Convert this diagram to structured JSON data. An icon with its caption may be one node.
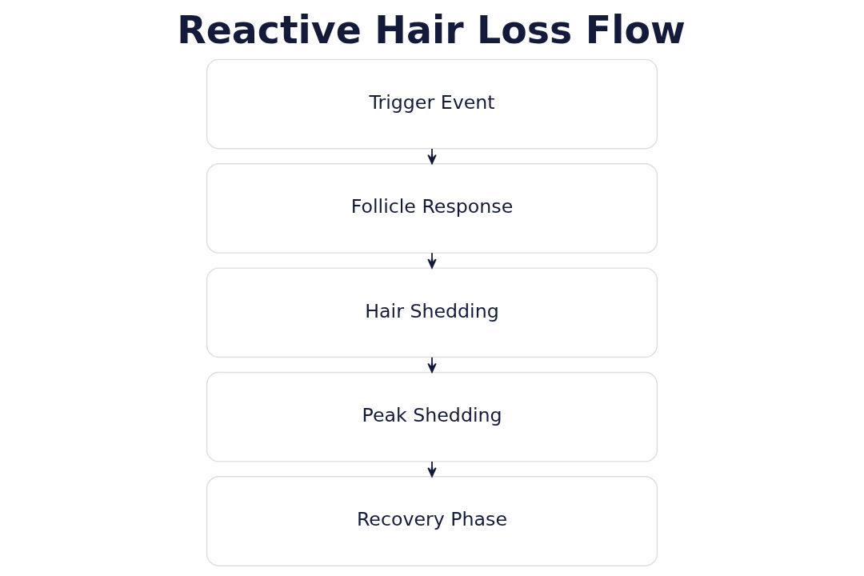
{
  "diagram": {
    "title": "Reactive Hair Loss Flow",
    "nodes": [
      {
        "text": [
          "Trigger Event"
        ]
      },
      {
        "text": [
          "Follicle Response"
        ]
      },
      {
        "text": [
          "Hair Shedding"
        ]
      },
      {
        "text": [
          "Peak Shedding"
        ]
      },
      {
        "text": [
          "Recovery Phase"
        ]
      }
    ],
    "edges": [
      {
        "from": 0,
        "to": 1,
        "arrow": "to"
      },
      {
        "from": 1,
        "to": 2,
        "arrow": "to"
      },
      {
        "from": 2,
        "to": 3,
        "arrow": "to"
      },
      {
        "from": 3,
        "to": 4,
        "arrow": "to"
      }
    ]
  }
}
